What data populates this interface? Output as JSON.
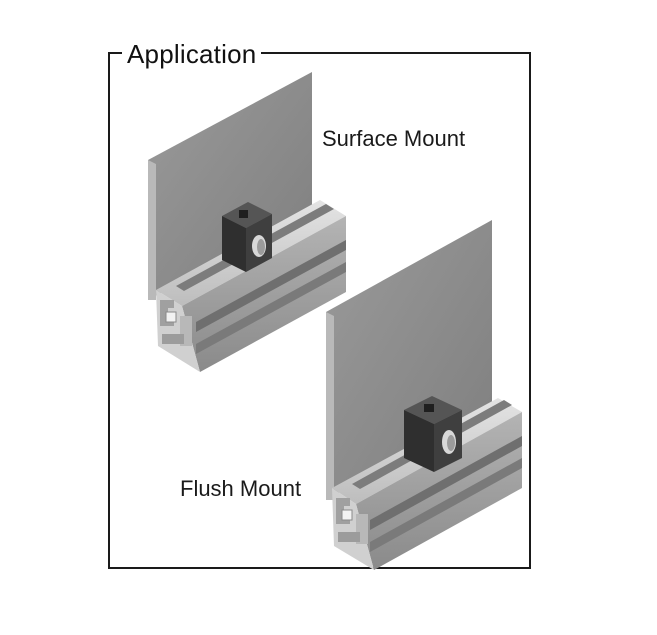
{
  "title": "Application",
  "labels": {
    "surface_mount": "Surface Mount",
    "flush_mount": "Flush Mount"
  },
  "colors": {
    "frame": "#1a1a1a",
    "panel_front": "#8f8f8f",
    "panel_edge": "#b9b9b9",
    "extrusion_light": "#d7d7d7",
    "extrusion_mid": "#a9a9a9",
    "extrusion_dark": "#6f6f6f",
    "bracket": "#3b3b3b"
  }
}
